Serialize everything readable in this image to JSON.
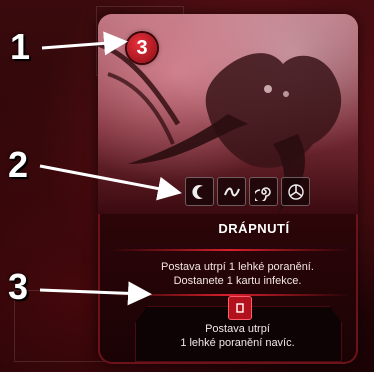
{
  "card": {
    "counter": "3",
    "title": "DRÁPNUTÍ",
    "main_text_line1": "Postava utrpí 1 lehké poranění.",
    "main_text_line2": "Dostanete 1 kartu infekce.",
    "bottom_text_line1": "Postava utrpí",
    "bottom_text_line2": "1 lehké poranění navíc.",
    "icons": [
      "crescent-icon",
      "wave-icon",
      "spiral-icon",
      "triskelion-icon"
    ]
  },
  "callouts": {
    "c1": "1",
    "c2": "2",
    "c3": "3"
  },
  "colors": {
    "accent": "#d8202c",
    "background": "#240406",
    "callout": "#ffffff"
  }
}
